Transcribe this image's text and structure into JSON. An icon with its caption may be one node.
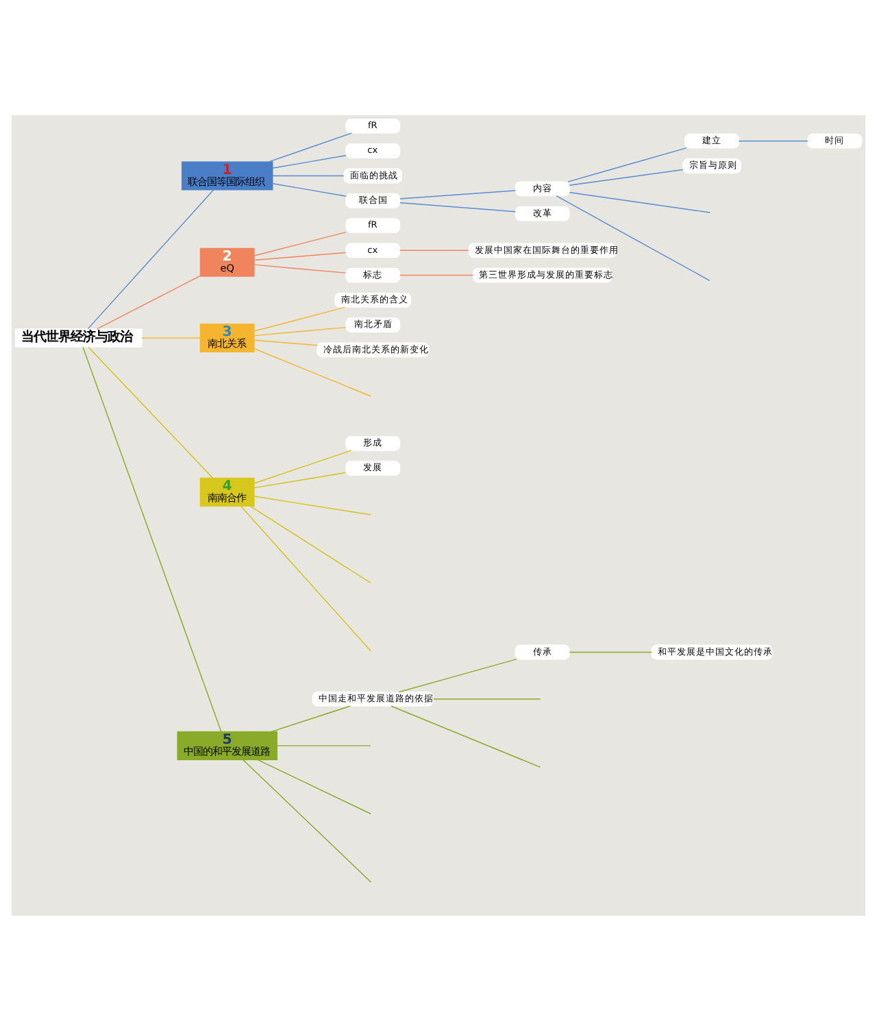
{
  "diagram": {
    "nodes": [
      {
        "text": [
          "当代世界经济与政治"
        ]
      },
      {
        "text": [
          "1",
          "联合国等国际组织"
        ]
      },
      {
        "text": [
          "fR"
        ]
      },
      {
        "text": [
          "cx"
        ]
      },
      {
        "text": [
          "面临的挑战"
        ]
      },
      {
        "text": [
          "联合国"
        ]
      },
      {
        "text": [
          "内容"
        ]
      },
      {
        "text": [
          "建立"
        ]
      },
      {
        "text": [
          "时间"
        ]
      },
      {
        "text": [
          "宗旨与原则"
        ]
      },
      {
        "text": [
          "改革"
        ]
      },
      {
        "text": [
          "2",
          "eQ"
        ]
      },
      {
        "text": [
          "fR"
        ]
      },
      {
        "text": [
          "cx"
        ]
      },
      {
        "text": [
          "发展中国家在国际舞台的重要作用"
        ]
      },
      {
        "text": [
          "标志"
        ]
      },
      {
        "text": [
          "第三世界形成与发展的重要标志"
        ]
      },
      {
        "text": [
          "3",
          "南北关系"
        ]
      },
      {
        "text": [
          "南北关系的含义"
        ]
      },
      {
        "text": [
          "南北矛盾"
        ]
      },
      {
        "text": [
          "冷战后南北关系的新变化"
        ]
      },
      {
        "text": [
          "4",
          "南南合作"
        ]
      },
      {
        "text": [
          "形成"
        ]
      },
      {
        "text": [
          "发展"
        ]
      },
      {
        "text": [
          "5",
          "中国的和平发展道路"
        ]
      },
      {
        "text": [
          "中国走和平发展道路的依据"
        ]
      },
      {
        "text": [
          "传承"
        ]
      },
      {
        "text": [
          "和平发展是中国文化的传承"
        ]
      }
    ],
    "edges": [
      {
        "from": 0,
        "to": 1,
        "arrow": "none"
      },
      {
        "from": 1,
        "to": 2,
        "arrow": "none"
      },
      {
        "from": 1,
        "to": 3,
        "arrow": "none"
      },
      {
        "from": 1,
        "to": 4,
        "arrow": "none"
      },
      {
        "from": 1,
        "to": 5,
        "arrow": "none"
      },
      {
        "from": 5,
        "to": 6,
        "arrow": "none"
      },
      {
        "from": 6,
        "to": 7,
        "arrow": "none"
      },
      {
        "from": 7,
        "to": 8,
        "arrow": "none"
      },
      {
        "from": 6,
        "to": 9,
        "arrow": "none"
      },
      {
        "from": 6,
        "to": null,
        "arrow": "none"
      },
      {
        "from": 6,
        "to": null,
        "arrow": "none"
      },
      {
        "from": 5,
        "to": 10,
        "arrow": "none"
      },
      {
        "from": 0,
        "to": 11,
        "arrow": "none",
        "color": "#f0845c"
      },
      {
        "from": 11,
        "to": 12,
        "arrow": "none",
        "color": "#f0845c"
      },
      {
        "from": 11,
        "to": 13,
        "arrow": "none",
        "color": "#f0845c"
      },
      {
        "from": 13,
        "to": 14,
        "arrow": "none",
        "color": "#f0845c"
      },
      {
        "from": 11,
        "to": 15,
        "arrow": "none",
        "color": "#f0845c"
      },
      {
        "from": 15,
        "to": 16,
        "arrow": "none",
        "color": "#f0845c"
      },
      {
        "from": 0,
        "to": 17,
        "arrow": "none",
        "color": "#f5b52e"
      },
      {
        "from": 17,
        "to": 18,
        "arrow": "none",
        "color": "#f5b52e"
      },
      {
        "from": 17,
        "to": 19,
        "arrow": "none",
        "color": "#f5b52e"
      },
      {
        "from": 17,
        "to": 20,
        "arrow": "none",
        "color": "#f5b52e"
      },
      {
        "from": 17,
        "to": null,
        "arrow": "none",
        "color": "#f5b52e"
      },
      {
        "from": 0,
        "to": 21,
        "arrow": "none",
        "color": "#d4c21a"
      },
      {
        "from": 21,
        "to": 22,
        "arrow": "none",
        "color": "#d4c21a"
      },
      {
        "from": 21,
        "to": 23,
        "arrow": "none",
        "color": "#d4c21a"
      },
      {
        "from": 21,
        "to": null,
        "arrow": "none",
        "color": "#d4c21a"
      },
      {
        "from": 21,
        "to": null,
        "arrow": "none",
        "color": "#d4c21a"
      },
      {
        "from": 21,
        "to": null,
        "arrow": "none",
        "color": "#d4c21a"
      },
      {
        "from": 0,
        "to": 24,
        "arrow": "none",
        "color": "#8aab2a"
      },
      {
        "from": 24,
        "to": 25,
        "arrow": "none",
        "color": "#8aab2a"
      },
      {
        "from": 25,
        "to": 26,
        "arrow": "none",
        "color": "#8aab2a"
      },
      {
        "from": 26,
        "to": 27,
        "arrow": "none",
        "color": "#8aab2a"
      },
      {
        "from": 25,
        "to": null,
        "arrow": "none",
        "color": "#8aab2a"
      },
      {
        "from": 25,
        "to": null,
        "arrow": "none",
        "color": "#8aab2a"
      },
      {
        "from": 24,
        "to": null,
        "arrow": "none",
        "color": "#8aab2a"
      },
      {
        "from": 24,
        "to": null,
        "arrow": "none",
        "color": "#8aab2a"
      },
      {
        "from": 24,
        "to": null,
        "arrow": "none",
        "color": "#8aab2a"
      }
    ]
  }
}
